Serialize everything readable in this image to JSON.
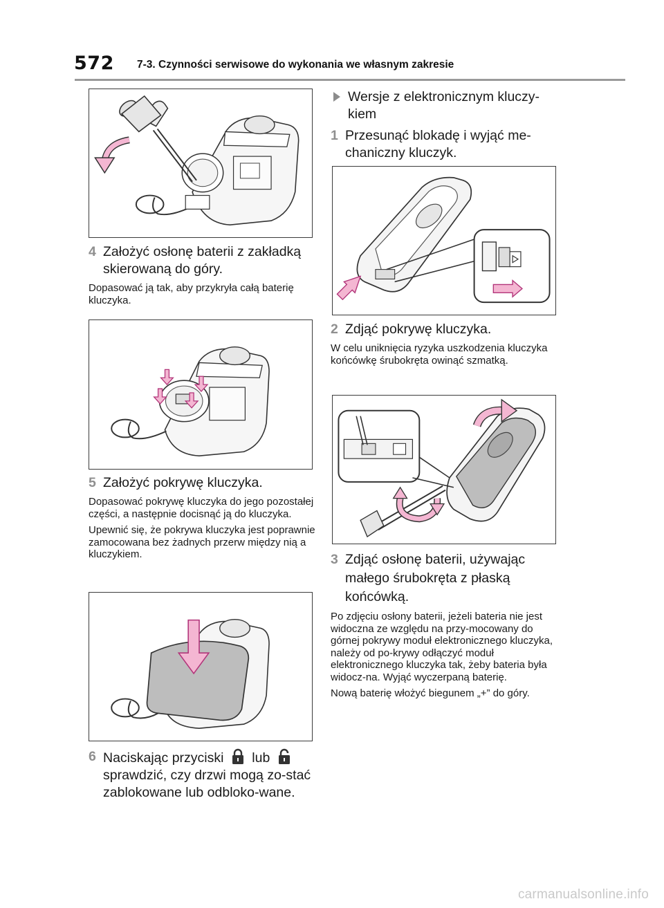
{
  "header": {
    "page_number": "572",
    "section_title": "7-3. Czynności serwisowe do wykonania we własnym zakresie"
  },
  "left_column": {
    "step4": {
      "num": "4",
      "text": "Założyć osłonę baterii z zakładką skierowaną do góry.",
      "note": "Dopasować ją tak, aby przykryła całą baterię kluczyka."
    },
    "step5": {
      "num": "5",
      "text": "Założyć pokrywę kluczyka.",
      "note1": "Dopasować pokrywę kluczyka do jego pozostałej części, a następnie docisnąć ją do kluczyka.",
      "note2": "Upewnić się, że pokrywa kluczyka jest poprawnie zamocowana bez żadnych przerw między nią a kluczykiem."
    },
    "step6": {
      "num": "6",
      "text_before": "Naciskając przyciski",
      "text_middle": "lub",
      "text_after": "sprawdzić, czy drzwi mogą zo-stać zablokowane lub odbloko-wane.",
      "icon_lock": "lock-closed-icon",
      "icon_unlock": "lock-open-icon"
    }
  },
  "right_column": {
    "bullet": "Wersje z elektronicznym kluczy-kiem",
    "step1": {
      "num": "1",
      "text": "Przesunąć blokadę i wyjąć me-chaniczny kluczyk."
    },
    "step2": {
      "num": "2",
      "text": "Zdjąć pokrywę kluczyka.",
      "note": "W celu uniknięcia ryzyka uszkodzenia kluczyka końcówkę śrubokręta owinąć szmatką."
    },
    "step3": {
      "num": "3",
      "text": "Zdjąć osłonę baterii, używając małego śrubokręta z płaską końcówką.",
      "note1": "Po zdjęciu osłony baterii, jeżeli bateria nie jest widoczna ze względu na przy-mocowany do górnej pokrywy moduł elektronicznego kluczyka, należy od po-krywy odłączyć moduł elektronicznego kluczyka tak, żeby bateria była widocz-na. Wyjąć wyczerpaną baterię.",
      "note2": "Nową baterię włożyć biegunem „+” do góry."
    }
  },
  "footer": {
    "watermark": "carmanualsonline.info"
  },
  "colors": {
    "arrow_pink": "#f4b6d2",
    "arrow_stroke": "#b2357a",
    "key_gray": "#bdbdbd",
    "step_gray": "#8f8f8f"
  }
}
